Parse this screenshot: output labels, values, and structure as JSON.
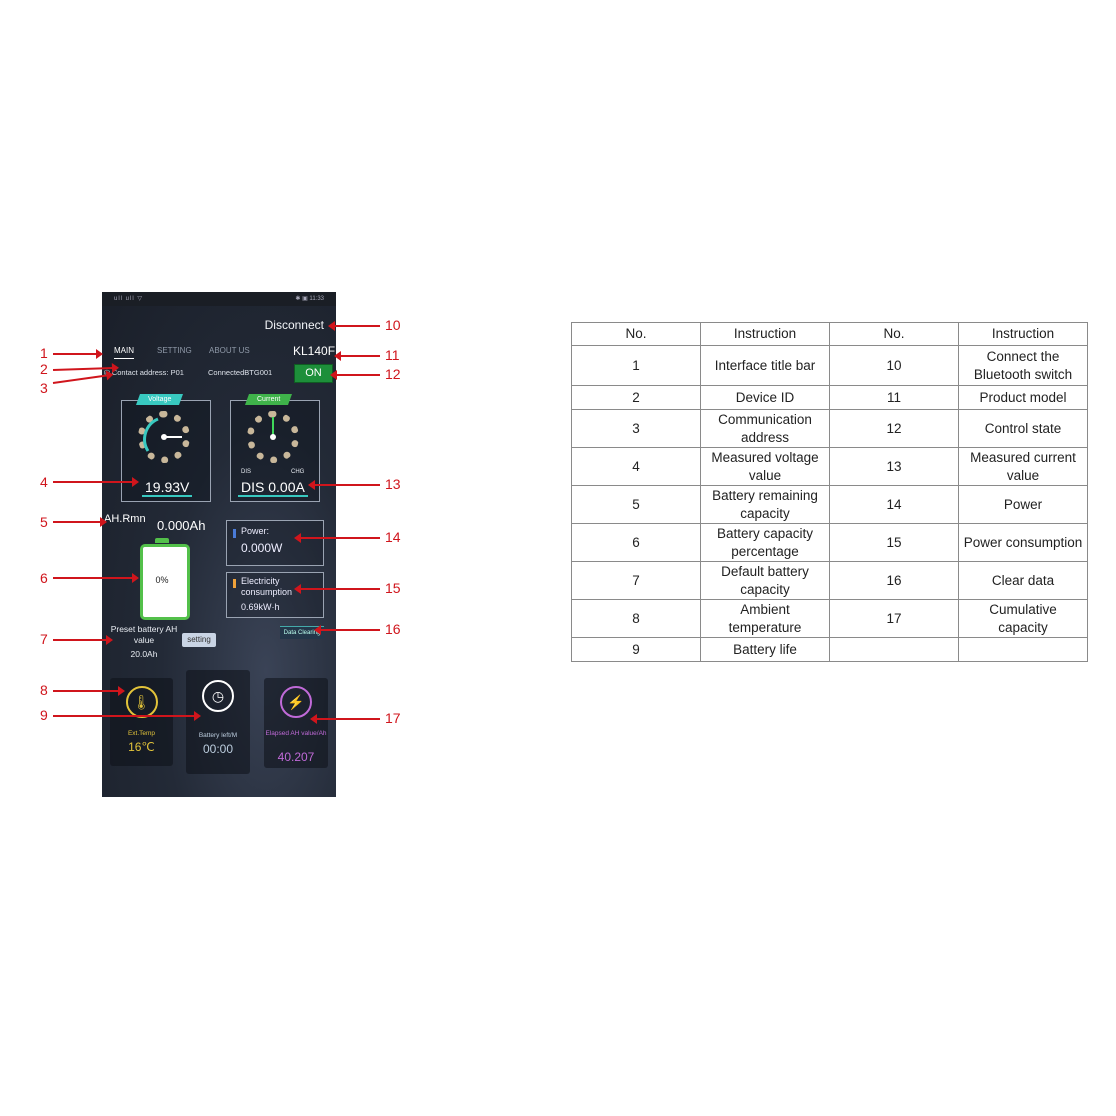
{
  "statusbar": {
    "left": "ull ull ▽",
    "right": "✱ ▣ 11:33"
  },
  "header": {
    "disconnect": "Disconnect",
    "model": "KL140F"
  },
  "tabs": [
    {
      "label": "MAIN"
    },
    {
      "label": "SETTING"
    },
    {
      "label": "ABOUT US"
    }
  ],
  "info": {
    "address": "Contact address: P01",
    "connected": "ConnectedBTG001",
    "on": "ON"
  },
  "voltage": {
    "tag": "Voltage",
    "value": "19.93V"
  },
  "current": {
    "tag": "Current",
    "value": "DIS 0.00A",
    "dis": "DIS",
    "chg": "CHG"
  },
  "ah": {
    "label": "AH.Rmn",
    "value": "0.000Ah"
  },
  "power": {
    "label": "Power:",
    "value": "0.000W"
  },
  "electricity": {
    "label": "Electricity consumption",
    "value": "0.69kW·h"
  },
  "battery": {
    "pct": "0%",
    "level": 0
  },
  "preset": {
    "label": "Preset battery AH value",
    "value": "20.0Ah",
    "setting": "setting"
  },
  "clear": {
    "label": "Data Clearing"
  },
  "cards": [
    {
      "title": "Ext.Temp",
      "value": "16℃",
      "icon": "thermometer-icon"
    },
    {
      "title": "Battery left/M",
      "value": "00:00",
      "icon": "clock-icon"
    },
    {
      "title": "Elapsed AH value/Ah",
      "value": "40.207",
      "icon": "lightning-icon"
    }
  ],
  "callouts": [
    "1",
    "2",
    "3",
    "4",
    "5",
    "6",
    "7",
    "8",
    "9",
    "10",
    "11",
    "12",
    "13",
    "14",
    "15",
    "16",
    "17"
  ],
  "table": {
    "headers": [
      "No.",
      "Instruction",
      "No.",
      "Instruction"
    ],
    "rows": [
      [
        "1",
        "Interface title bar",
        "10",
        "Connect the Bluetooth switch"
      ],
      [
        "2",
        "Device ID",
        "11",
        "Product model"
      ],
      [
        "3",
        "Communication address",
        "12",
        "Control state"
      ],
      [
        "4",
        "Measured voltage value",
        "13",
        "Measured current value"
      ],
      [
        "5",
        "Battery remaining capacity",
        "14",
        "Power"
      ],
      [
        "6",
        "Battery capacity percentage",
        "15",
        "Power consumption"
      ],
      [
        "7",
        "Default battery capacity",
        "16",
        "Clear data"
      ],
      [
        "8",
        "Ambient temperature",
        "17",
        "Cumulative capacity"
      ],
      [
        "9",
        "Battery life",
        "",
        ""
      ]
    ]
  },
  "colors": {
    "accent": "#38c9c0",
    "on": "#1d8f3a",
    "callout": "#d0151c",
    "battery": "#53c04a"
  }
}
